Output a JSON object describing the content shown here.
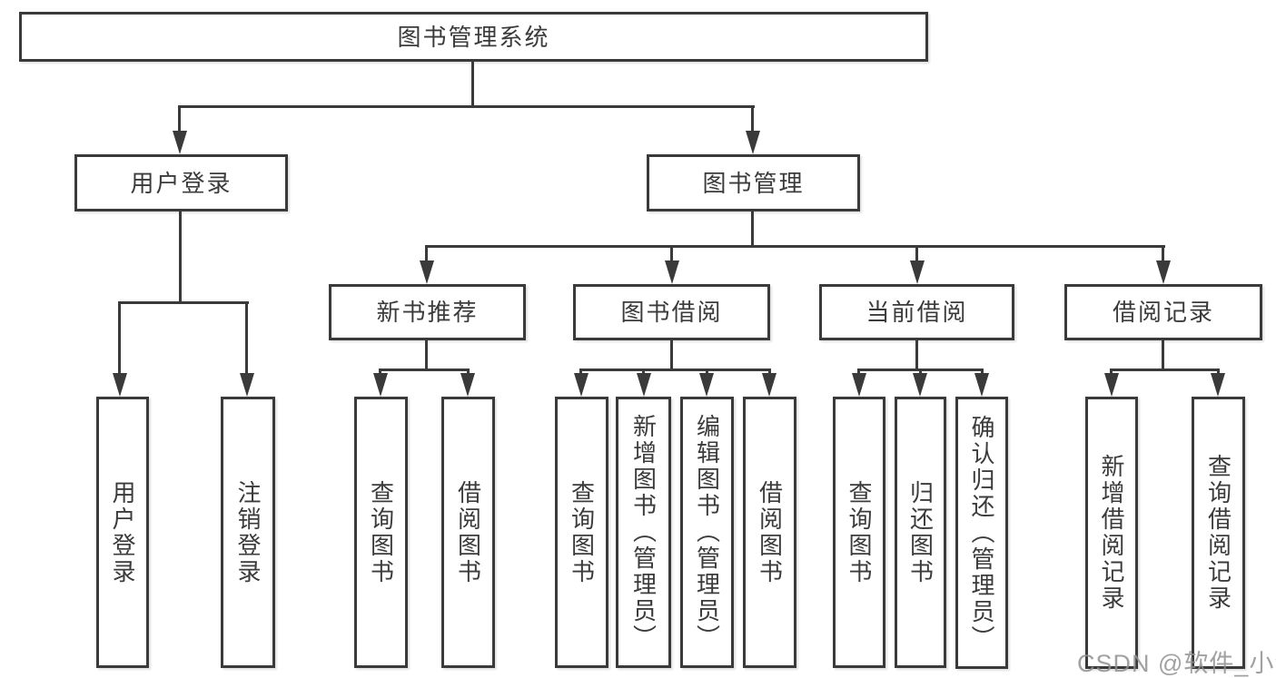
{
  "diagram_type": "hierarchy-tree",
  "tree": {
    "label": "图书管理系统",
    "children": [
      {
        "label": "用户登录",
        "children": [
          {
            "label": "用户登录"
          },
          {
            "label": "注销登录"
          }
        ]
      },
      {
        "label": "图书管理",
        "children": [
          {
            "label": "新书推荐",
            "children": [
              {
                "label": "查询图书"
              },
              {
                "label": "借阅图书"
              }
            ]
          },
          {
            "label": "图书借阅",
            "children": [
              {
                "label": "查询图书"
              },
              {
                "label": "新增图书（管理员）"
              },
              {
                "label": "编辑图书（管理员）"
              },
              {
                "label": "借阅图书"
              }
            ]
          },
          {
            "label": "当前借阅",
            "children": [
              {
                "label": "查询图书"
              },
              {
                "label": "归还图书"
              },
              {
                "label": "确认归还（管理员）"
              }
            ]
          },
          {
            "label": "借阅记录",
            "children": [
              {
                "label": "新增借阅记录"
              },
              {
                "label": "查询借阅记录"
              }
            ]
          }
        ]
      }
    ]
  },
  "watermark": {
    "text": "CSDN @软件_小贺同学"
  },
  "colors": {
    "line": "#3a3a3a",
    "text": "#3b3b3b",
    "box_background": "#ffffff",
    "watermark": "#919191",
    "page_background": "#ffffff"
  }
}
